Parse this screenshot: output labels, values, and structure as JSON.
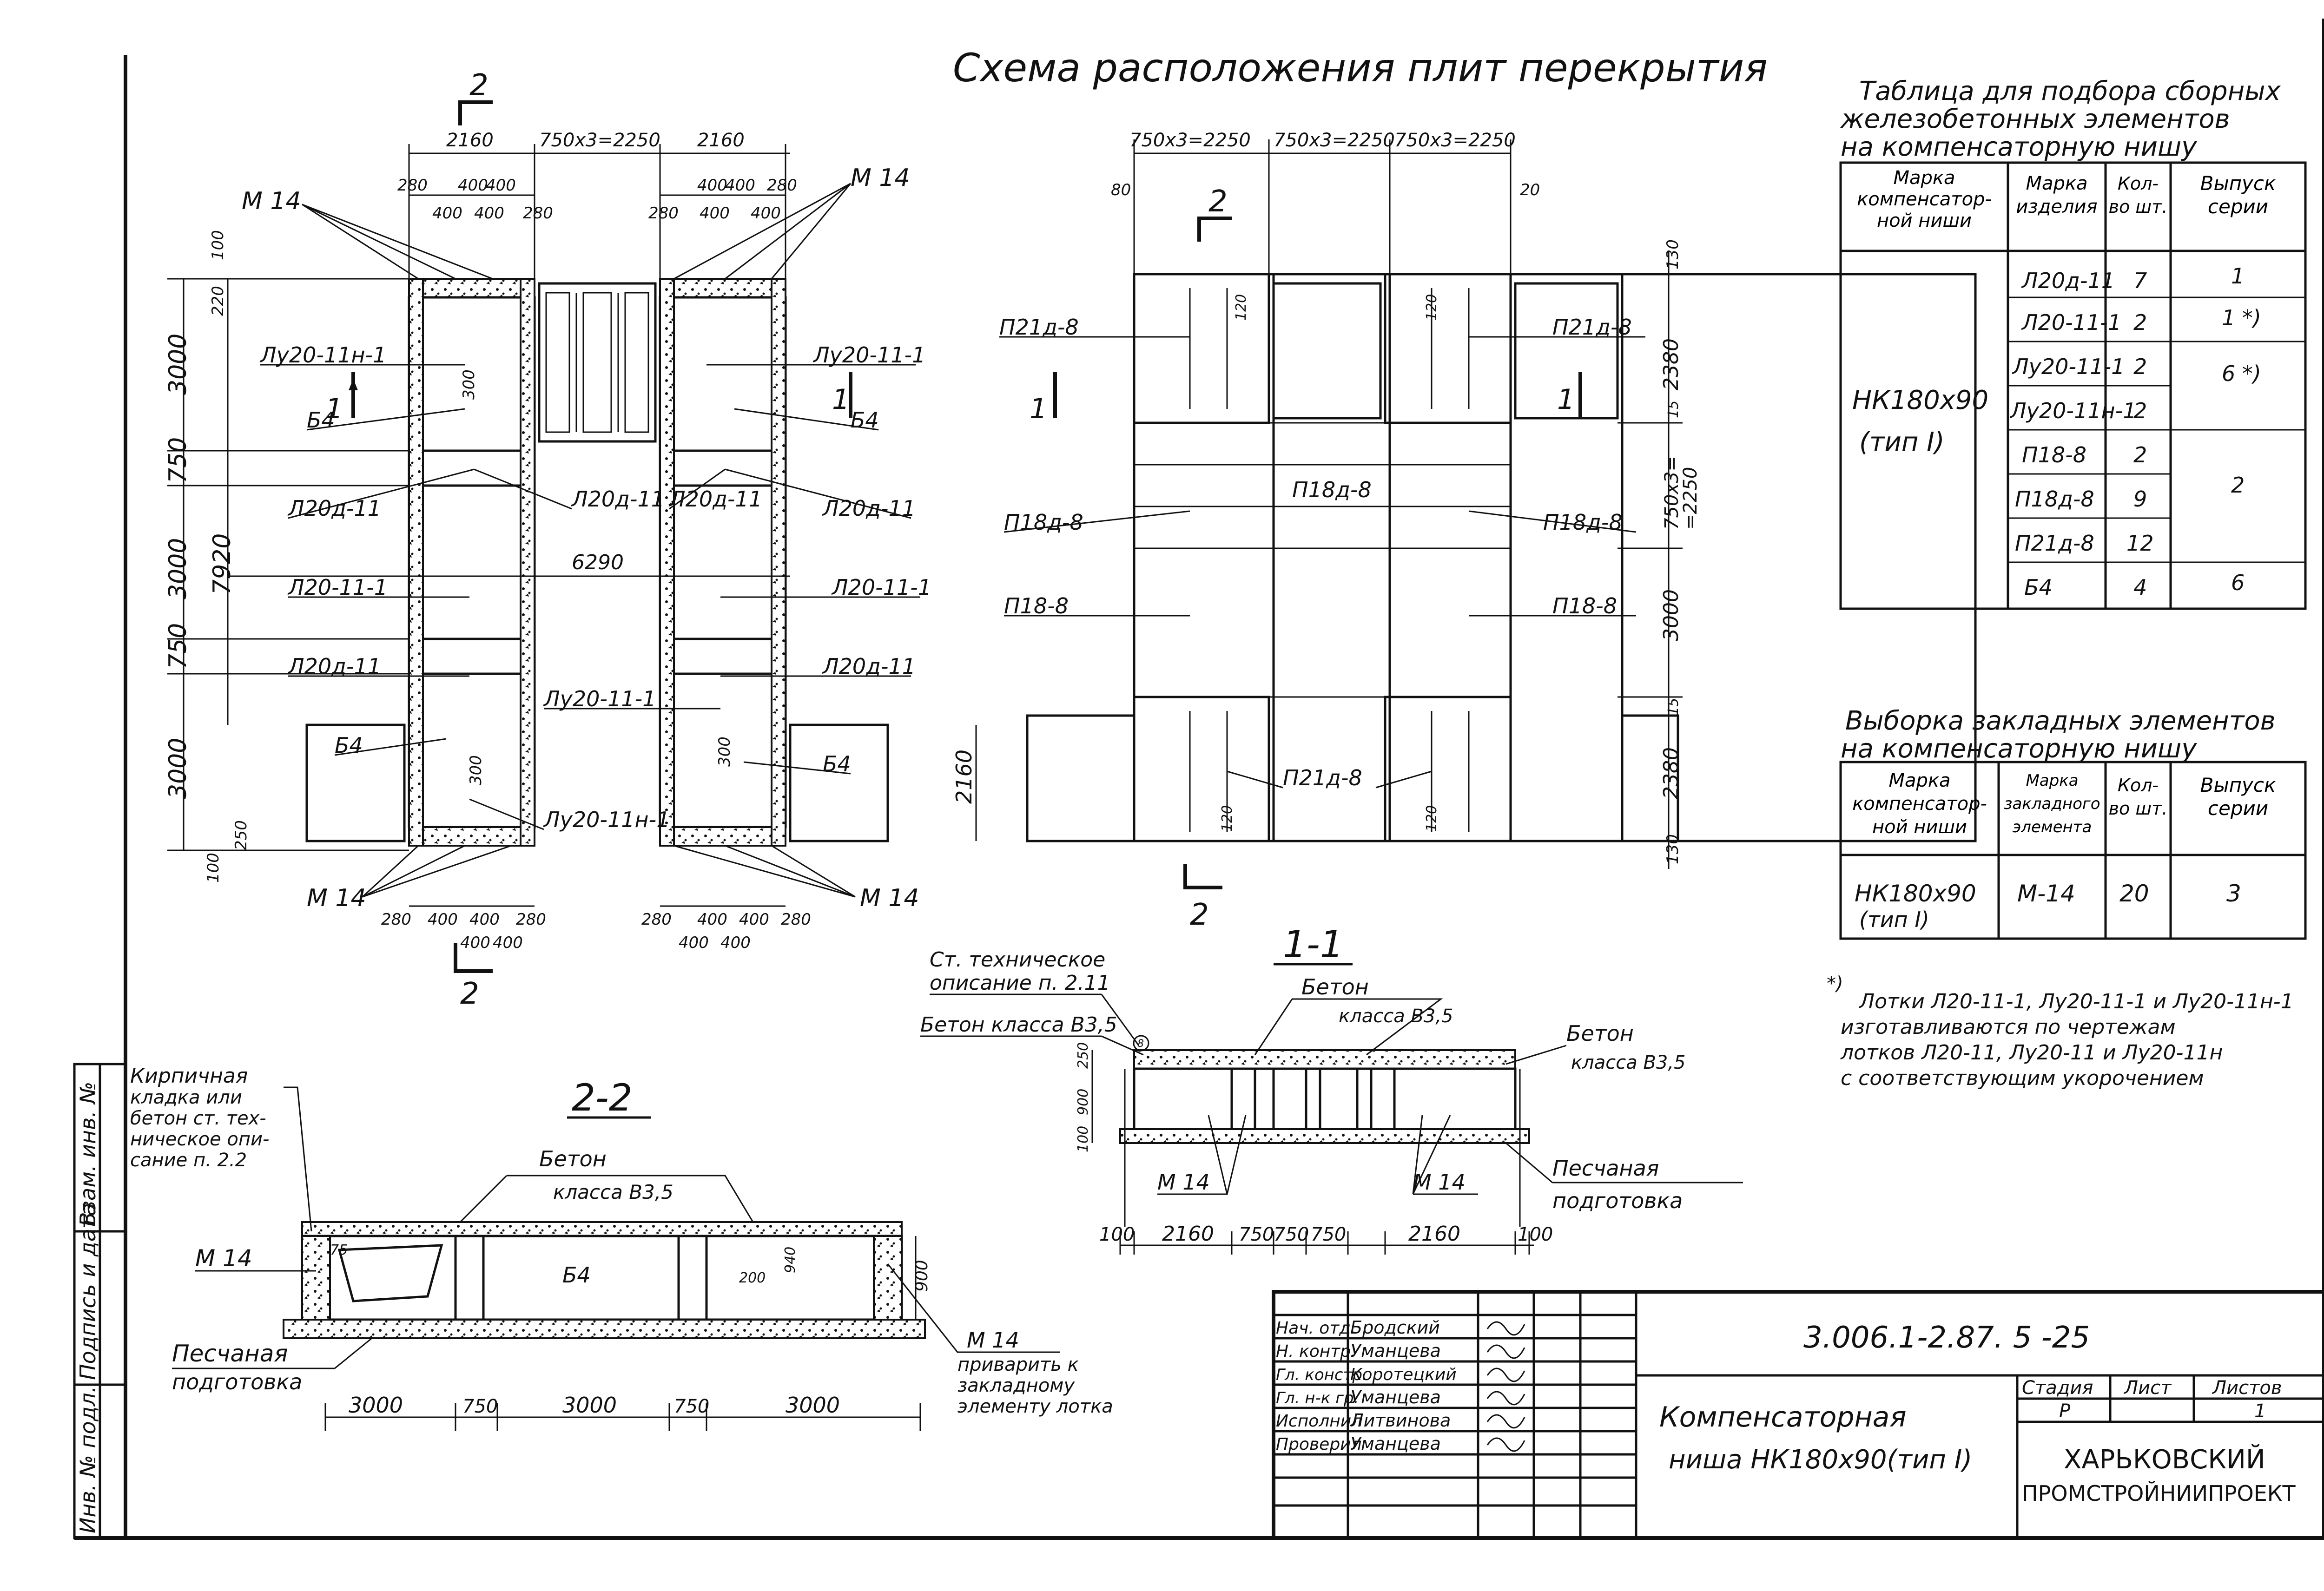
{
  "drawing_title": "Схема расположения плит перекрытия",
  "plan_left": {
    "section_mark_top": "2",
    "section_mark_bottom": "2",
    "section_mark_left": "1",
    "section_mark_right": "1",
    "dims_top": [
      "2160",
      "750x3=2250",
      "2160"
    ],
    "dims_top_sub_left": [
      "280",
      "400",
      "400",
      "400",
      "280"
    ],
    "dims_top_sub_right": [
      "280",
      "400",
      "400",
      "280"
    ],
    "dims_top_sub_400s": [
      "400",
      "400",
      "400",
      "400"
    ],
    "dims_bottom_left": [
      "280",
      "400",
      "400",
      "280"
    ],
    "dims_bottom_right": [
      "280",
      "400",
      "400",
      "280"
    ],
    "dims_bottom_400s": [
      "400",
      "400",
      "400",
      "400"
    ],
    "dims_left": [
      "3000",
      "750",
      "3000",
      "750",
      "3000"
    ],
    "dims_left_small": [
      "220",
      "100",
      "250",
      "100"
    ],
    "dim_total_left": "7920",
    "dim_right_2160": "2160",
    "dim_center_6290": "6290",
    "dim_300a": "300",
    "dim_300b": "300",
    "dim_300c": "300",
    "labels": {
      "m14": "М 14",
      "lu_short_a": "Лу20-11н-1",
      "lu_short_b": "Лу20-11-1",
      "lu_short_c": "Лу20-11-1",
      "lu_short_d": "Лу20-11н-1",
      "b4": "Б4",
      "l20d_11": "Л20д-11",
      "l20_11_1": "Л20-11-1"
    }
  },
  "plan_right": {
    "dims_top": [
      "750x3=2250",
      "750x3=2250",
      "750x3=2250"
    ],
    "dims_top_small": [
      "80",
      "20"
    ],
    "dims_right": [
      "130",
      "2380",
      "15",
      "750x3=",
      "=2250",
      "3000",
      "15",
      "2380",
      "130"
    ],
    "dims_inner": [
      "120",
      "120",
      "120",
      "120"
    ],
    "section_mark_top": "2",
    "section_mark_bottom": "2",
    "section_mark_left": "1",
    "section_mark_right": "1",
    "labels": {
      "p21d_8": "П21д-8",
      "p18d_8": "П18д-8",
      "p18_8": "П18-8"
    }
  },
  "section_11": {
    "title": "1-1",
    "note_ref": "Ст. техническое",
    "note_ref2": "описание п. 2.11",
    "concrete_b35": "Бетон класса В3,5",
    "concrete_top": "Бетон",
    "concrete_top_class": "класса В3,5",
    "concrete_right": "Бетон",
    "concrete_right_class": "класса В3,5",
    "sand": "Песчаная",
    "sand2": "подготовка",
    "m14a": "М 14",
    "m14b": "М 14",
    "circle_mark": "8",
    "dims_left": [
      "250",
      "900",
      "100"
    ],
    "dims_bottom": [
      "100",
      "2160",
      "750",
      "750",
      "750",
      "2160",
      "100"
    ]
  },
  "section_22": {
    "title": "2-2",
    "brick1": "Кирпичная",
    "brick2": "кладка или",
    "brick3": "бетон ст. тех-",
    "brick4": "ническое опи-",
    "brick5": "сание п. 2.2",
    "concrete": "Бетон",
    "concrete_class": "класса В3,5",
    "m14": "М 14",
    "b4": "Б4",
    "sand": "Песчаная",
    "sand2": "подготовка",
    "weld1": "М 14",
    "weld2": "приварить к",
    "weld3": "закладному",
    "weld4": "элементу лотка",
    "dim_75": "75",
    "dim_200": "200",
    "dim_940": "940",
    "dim_900": "900",
    "dims_bottom": [
      "3000",
      "750",
      "3000",
      "750",
      "3000"
    ]
  },
  "table1": {
    "title1": "Таблица для подбора сборных",
    "title2": "железобетонных элементов",
    "title3": "на компенсаторную нишу",
    "headers": [
      "Марка компенсатор-ной ниши",
      "Марка изделия",
      "Кол-во шт.",
      "Выпуск серии"
    ],
    "niche": "НК180х90",
    "niche_type": "(тип I)",
    "rows": [
      [
        "Л20д-11",
        "7",
        "1"
      ],
      [
        "Л20-11-1",
        "2",
        "1 *)"
      ],
      [
        "Лу20-11-1",
        "2",
        "6 *)"
      ],
      [
        "Лу20-11н-1",
        "2",
        ""
      ],
      [
        "П18-8",
        "2",
        ""
      ],
      [
        "П18д-8",
        "9",
        "2"
      ],
      [
        "П21д-8",
        "12",
        ""
      ],
      [
        "Б4",
        "4",
        "6"
      ]
    ]
  },
  "table2": {
    "title1": "Выборка закладных элементов",
    "title2": "на компенсаторную нишу",
    "headers": [
      "Марка компенсатор-ной ниши",
      "Марка закладного элемента",
      "Кол-во шт.",
      "Выпуск серии"
    ],
    "row": [
      "НК180х90",
      "(тип I)",
      "М-14",
      "20",
      "3"
    ]
  },
  "footnote": {
    "mark": "*)",
    "line1": "Лотки Л20-11-1, Лу20-11-1 и Лу20-11н-1",
    "line2": "изготавливаются по чертежам",
    "line3": "лотков Л20-11, Лу20-11 и Лу20-11н",
    "line4": "с соответствующим укорочением"
  },
  "side_stamp": [
    "Инв. № подл.",
    "Подпись и дата",
    "Взам. инв. №"
  ],
  "title_block": {
    "code": "3.006.1-2.87. 5 -25",
    "name1": "Компенсаторная",
    "name2": "ниша НК180х90(тип I)",
    "stage_h": "Стадия",
    "sheet_h": "Лист",
    "sheets_h": "Листов",
    "stage": "Р",
    "sheets": "1",
    "org1": "ХАРЬКОВСКИЙ",
    "org2": "ПРОМСТРОЙНИИПРОЕКТ",
    "roles": [
      "Нач. отд.",
      "Н. контр.",
      "Гл. констр.",
      "Гл. н-к гр.",
      "Исполнил",
      "Проверил"
    ],
    "people": [
      "Бродский",
      "Уманцева",
      "Коротецкий",
      "Уманцева",
      "Литвинова",
      "Уманцева"
    ]
  }
}
